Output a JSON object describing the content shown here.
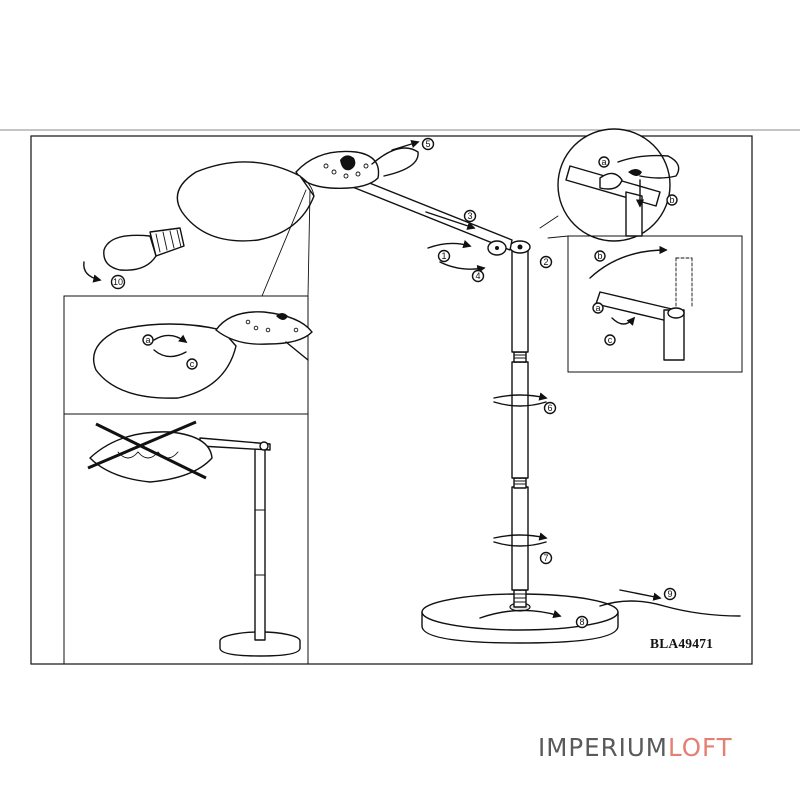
{
  "diagram": {
    "model_code": "BLA49471",
    "callouts": [
      "1",
      "2",
      "3",
      "4",
      "5",
      "6",
      "7",
      "8",
      "9",
      "10",
      "a",
      "b",
      "c"
    ],
    "watermark": {
      "part1": "IMPERIUM",
      "part2": "LOFT",
      "accent_color": "#e57f73",
      "base_color": "#5a5a5a"
    },
    "line_color": "#111111"
  }
}
